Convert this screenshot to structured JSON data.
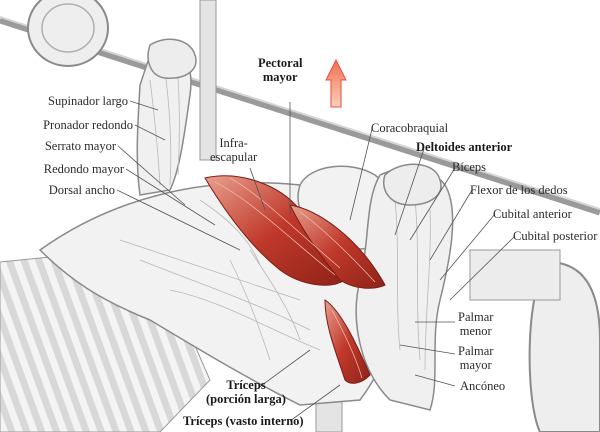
{
  "diagram": {
    "labels": {
      "pectoral_mayor": {
        "line1": "Pectoral",
        "line2": "mayor"
      },
      "supinador_largo": "Supinador largo",
      "pronador_redondo": "Pronador redondo",
      "serrato_mayor": "Serrato mayor",
      "redondo_mayor": "Redondo mayor",
      "dorsal_ancho": "Dorsal ancho",
      "infraescapular": {
        "line1": "Infra-",
        "line2": "escapular"
      },
      "coracobraquial": "Coracobraquial",
      "deltoides_anterior": "Deltoides anterior",
      "biceps": "Bíceps",
      "flexor_dedos": "Flexor de los dedos",
      "cubital_anterior": "Cubital anterior",
      "cubital_posterior": "Cubital posterior",
      "palmar_menor": {
        "line1": "Palmar",
        "line2": "menor"
      },
      "palmar_mayor": {
        "line1": "Palmar",
        "line2": "mayor"
      },
      "anconeo": "Ancóneo",
      "triceps_porcion_larga": {
        "line1": "Tríceps",
        "line2": "(porción larga)"
      },
      "triceps_vasto_interno": "Tríceps (vasto interno)"
    },
    "colors": {
      "highlight_muscle": "#c0392b",
      "arrow": "#e8503a",
      "line": "#555555",
      "sketch": "#8a8a8a"
    },
    "icons": [
      "upward-arrow-icon"
    ]
  }
}
